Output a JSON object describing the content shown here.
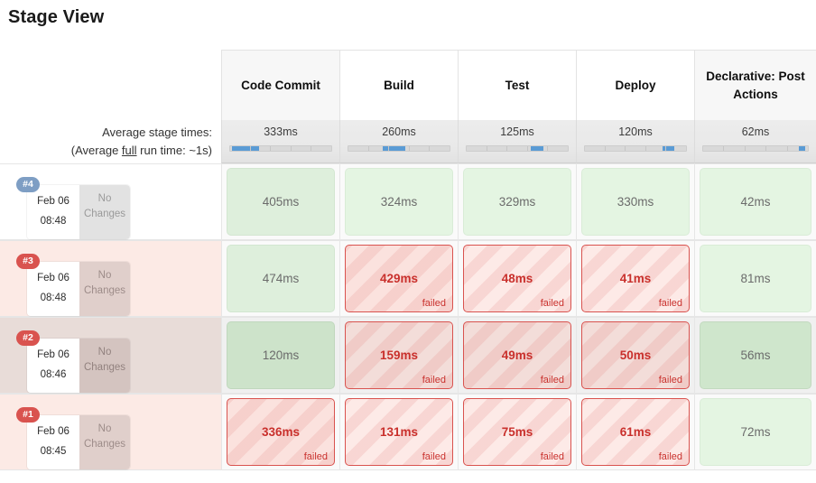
{
  "page_title": "Stage View",
  "colors": {
    "accent_blue": "#5a9bd5",
    "badge_blue": "#7e9ec4",
    "badge_red": "#d9534f",
    "fail_text": "#c9302c",
    "ok_green": "#deefdc",
    "fail_pink": "#fbe2de"
  },
  "stages": [
    {
      "name": "Code Commit",
      "shaded": true
    },
    {
      "name": "Build",
      "shaded": false
    },
    {
      "name": "Test",
      "shaded": false
    },
    {
      "name": "Deploy",
      "shaded": false
    },
    {
      "name": "Declarative: Post Actions",
      "shaded": true
    }
  ],
  "averages": {
    "label_line1": "Average stage times:",
    "label_line2_pre": "(Average ",
    "label_line2_underline": "full",
    "label_line2_post": " run time: ~1s)",
    "times": [
      "333ms",
      "260ms",
      "125ms",
      "120ms",
      "62ms"
    ],
    "bars": [
      {
        "left_pct": 2,
        "width_pct": 27
      },
      {
        "left_pct": 34,
        "width_pct": 22
      },
      {
        "left_pct": 63,
        "width_pct": 13
      },
      {
        "left_pct": 77,
        "width_pct": 11
      },
      {
        "left_pct": 91,
        "width_pct": 6
      }
    ],
    "segments": 5
  },
  "runs": [
    {
      "number": "#4",
      "date": "Feb 06",
      "time": "08:48",
      "changes": "No Changes",
      "state": "success",
      "hover": false,
      "cells": [
        {
          "time": "405ms",
          "status": "",
          "result": "ok",
          "pale": false
        },
        {
          "time": "324ms",
          "status": "",
          "result": "ok",
          "pale": true
        },
        {
          "time": "329ms",
          "status": "",
          "result": "ok",
          "pale": true
        },
        {
          "time": "330ms",
          "status": "",
          "result": "ok",
          "pale": true
        },
        {
          "time": "42ms",
          "status": "",
          "result": "ok",
          "pale": true
        }
      ]
    },
    {
      "number": "#3",
      "date": "Feb 06",
      "time": "08:48",
      "changes": "No Changes",
      "state": "failed",
      "hover": false,
      "cells": [
        {
          "time": "474ms",
          "status": "",
          "result": "ok",
          "pale": false
        },
        {
          "time": "429ms",
          "status": "failed",
          "result": "fail",
          "pale": false
        },
        {
          "time": "48ms",
          "status": "failed",
          "result": "fail",
          "pale": true
        },
        {
          "time": "41ms",
          "status": "failed",
          "result": "fail",
          "pale": true
        },
        {
          "time": "81ms",
          "status": "",
          "result": "ok",
          "pale": true
        }
      ]
    },
    {
      "number": "#2",
      "date": "Feb 06",
      "time": "08:46",
      "changes": "No Changes",
      "state": "failed",
      "hover": true,
      "cells": [
        {
          "time": "120ms",
          "status": "",
          "result": "ok",
          "pale": false
        },
        {
          "time": "159ms",
          "status": "failed",
          "result": "fail",
          "pale": false
        },
        {
          "time": "49ms",
          "status": "failed",
          "result": "fail",
          "pale": true
        },
        {
          "time": "50ms",
          "status": "failed",
          "result": "fail",
          "pale": true
        },
        {
          "time": "56ms",
          "status": "",
          "result": "ok",
          "pale": true
        }
      ]
    },
    {
      "number": "#1",
      "date": "Feb 06",
      "time": "08:45",
      "changes": "No Changes",
      "state": "failed",
      "hover": false,
      "cells": [
        {
          "time": "336ms",
          "status": "failed",
          "result": "fail",
          "pale": false
        },
        {
          "time": "131ms",
          "status": "failed",
          "result": "fail",
          "pale": true
        },
        {
          "time": "75ms",
          "status": "failed",
          "result": "fail",
          "pale": true
        },
        {
          "time": "61ms",
          "status": "failed",
          "result": "fail",
          "pale": true
        },
        {
          "time": "72ms",
          "status": "",
          "result": "ok",
          "pale": true
        }
      ]
    }
  ]
}
